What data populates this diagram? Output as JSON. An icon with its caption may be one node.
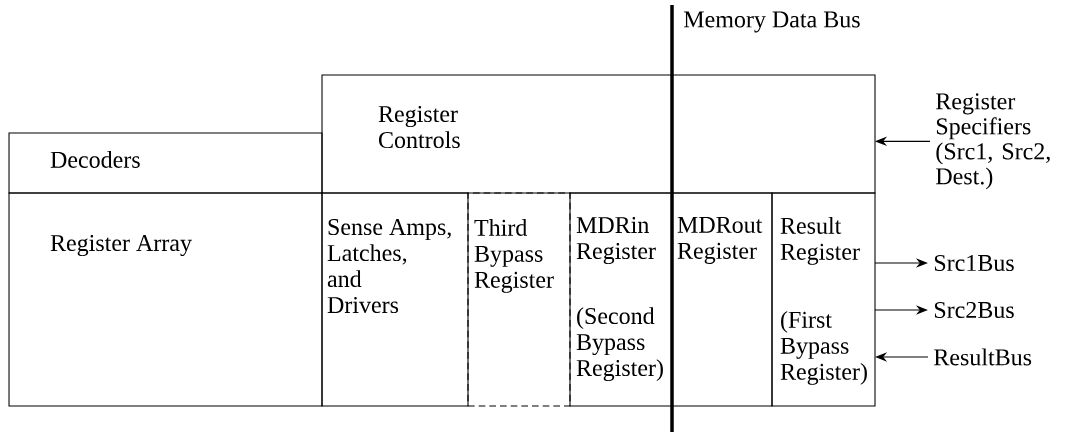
{
  "diagram": {
    "nodes": [
      {
        "text": [
          "Decoders"
        ]
      },
      {
        "text": [
          "Register Controls"
        ]
      },
      {
        "text": [
          "Register Array"
        ]
      },
      {
        "text": [
          "Sense Amps, Latches, and Drivers"
        ]
      },
      {
        "text": [
          "Third Bypass Register"
        ]
      },
      {
        "text": [
          "MDRin Register",
          "(Second Bypass Register)"
        ]
      },
      {
        "text": [
          "MDRout Register"
        ]
      },
      {
        "text": [
          "Result Register",
          "(First Bypass Register)"
        ]
      },
      {
        "text": [
          "Register Specifiers (Src1, Src2, Dest.)"
        ]
      },
      {
        "text": [
          "Src1Bus"
        ]
      },
      {
        "text": [
          "Src2Bus"
        ]
      },
      {
        "text": [
          "ResultBus"
        ]
      }
    ],
    "edges": [
      {
        "from": 8,
        "to": 1,
        "arrow": "to"
      },
      {
        "from": 7,
        "to": 9,
        "arrow": "to"
      },
      {
        "from": 7,
        "to": 10,
        "arrow": "to"
      },
      {
        "from": 11,
        "to": 7,
        "arrow": "to"
      }
    ],
    "labels": [
      "Memory Data Bus"
    ]
  }
}
